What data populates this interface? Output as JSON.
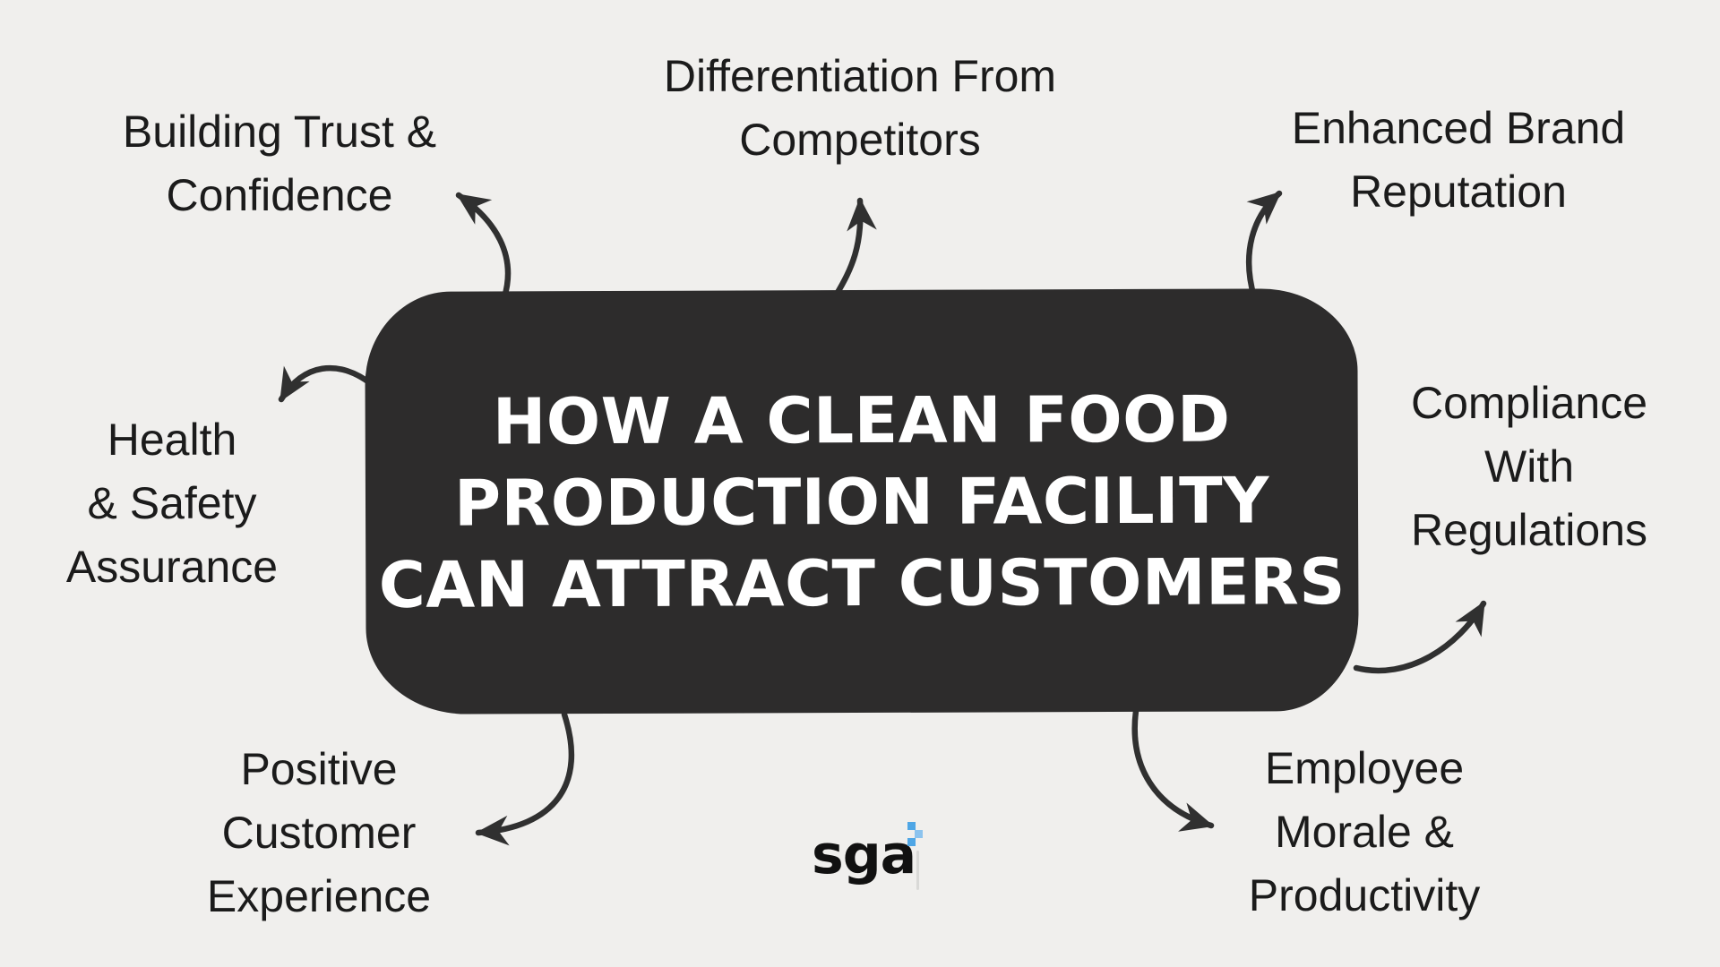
{
  "title": {
    "lines": [
      "HOW A CLEAN FOOD",
      "PRODUCTION FACILITY",
      "CAN ATTRACT CUSTOMERS"
    ]
  },
  "benefits": [
    {
      "id": "building-trust-confidence",
      "lines": [
        "Building Trust &",
        "Confidence"
      ]
    },
    {
      "id": "differentiation-from-competitors",
      "lines": [
        "Differentiation From",
        "Competitors"
      ]
    },
    {
      "id": "enhanced-brand-reputation",
      "lines": [
        "Enhanced Brand",
        "Reputation"
      ]
    },
    {
      "id": "health-safety-assurance",
      "lines": [
        "Health",
        "& Safety",
        "Assurance"
      ]
    },
    {
      "id": "compliance-with-regulations",
      "lines": [
        "Compliance",
        "With",
        "Regulations"
      ]
    },
    {
      "id": "positive-customer-experience",
      "lines": [
        "Positive",
        "Customer",
        "Experience"
      ]
    },
    {
      "id": "employee-morale-productivity",
      "lines": [
        "Employee",
        "Morale &",
        "Productivity"
      ]
    }
  ],
  "logo": {
    "text": "sga"
  },
  "colors": {
    "background": "#f0efed",
    "center_box": "#2d2c2c",
    "title_text": "#ffffff",
    "label_text": "#1b1b1b",
    "arrow": "#303030",
    "logo_text": "#111111",
    "logo_accent_blue": "#4fa6e5",
    "logo_accent_light_blue": "#8cc3ee"
  }
}
